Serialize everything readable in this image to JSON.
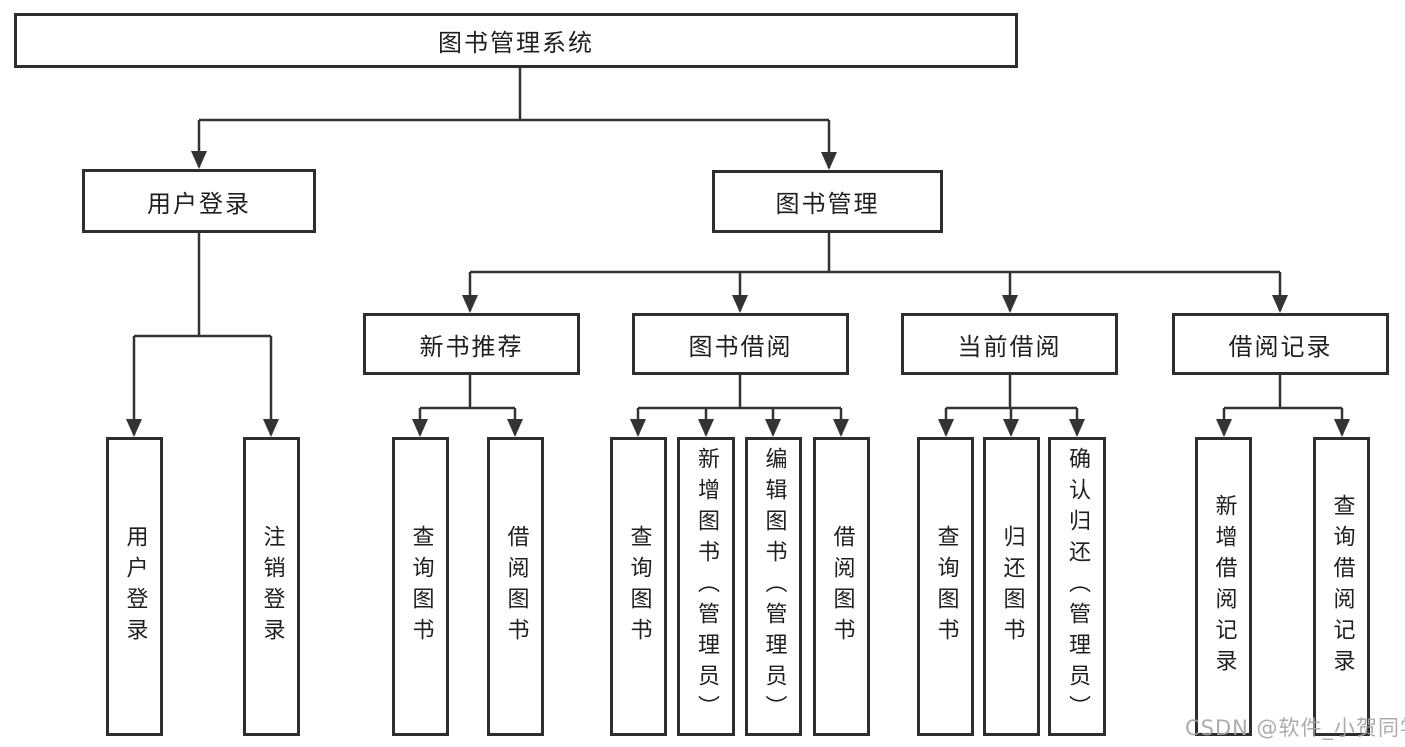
{
  "diagram": {
    "tree": {
      "label": "图书管理系统",
      "children": [
        {
          "label": "用户登录",
          "children": [
            {
              "label": "用户登录"
            },
            {
              "label": "注销登录"
            }
          ]
        },
        {
          "label": "图书管理",
          "children": [
            {
              "label": "新书推荐",
              "children": [
                {
                  "label": "查询图书"
                },
                {
                  "label": "借阅图书"
                }
              ]
            },
            {
              "label": "图书借阅",
              "children": [
                {
                  "label": "查询图书"
                },
                {
                  "label": "新增图书（管理员）"
                },
                {
                  "label": "编辑图书（管理员）"
                },
                {
                  "label": "借阅图书"
                }
              ]
            },
            {
              "label": "当前借阅",
              "children": [
                {
                  "label": "查询图书"
                },
                {
                  "label": "归还图书"
                },
                {
                  "label": "确认归还（管理员）"
                }
              ]
            },
            {
              "label": "借阅记录",
              "children": [
                {
                  "label": "新增借阅记录"
                },
                {
                  "label": "查询借阅记录"
                }
              ]
            }
          ]
        }
      ]
    },
    "watermark": "CSDN @软件_小贺同学",
    "colors": {
      "line": "#333333",
      "box_border": "#2e2e2e",
      "text": "#1f1f1f",
      "watermark": "#a5a5a5",
      "background": "#ffffff"
    }
  }
}
